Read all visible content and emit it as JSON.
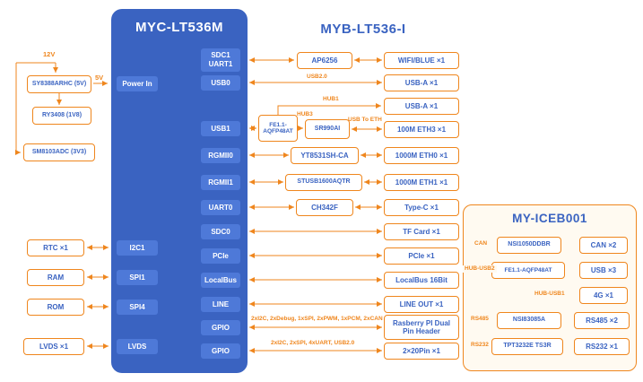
{
  "colors": {
    "blue": "#3a63c1",
    "portBlue": "#4e79d8",
    "orange": "#ef861d",
    "panelBg": "#fffaf1",
    "textBlue": "#3a63c1"
  },
  "power": {
    "input": "12V",
    "rail5v": "5V",
    "reg_5v": "SY8388ARHC (5V)",
    "reg_1v8": "RY3408 (1V8)",
    "reg_3v3": "SM8103ADC (3V3)"
  },
  "peripherals": {
    "rtc": "RTC ×1",
    "ram": "RAM",
    "rom": "ROM",
    "lvds": "LVDS ×1"
  },
  "module": {
    "title": "MYC-LT536M",
    "ports": {
      "power_in": "Power In",
      "i2c1": "I2C1",
      "spi1": "SPI1",
      "spi4": "SPI4",
      "lvds": "LVDS",
      "sdc1_uart1": "SDC1 UART1",
      "usb0": "USB0",
      "usb1": "USB1",
      "rgmii0": "RGMII0",
      "rgmii1": "RGMII1",
      "uart0": "UART0",
      "sdc0": "SDC0",
      "pcie": "PCIe",
      "localbus": "LocalBus",
      "line": "LINE",
      "gpio1": "GPIO",
      "gpio2": "GPIO"
    }
  },
  "board": {
    "title": "MYB-LT536-I",
    "chips": {
      "wifi_bt": "AP6256",
      "usb_hub_l1": "FE1.1-",
      "usb_hub_l2": "AQFP48AT",
      "usb_eth": "SR990AI",
      "phy0": "YT8531SH-CA",
      "phy1": "STUSB1600AQTR",
      "uart_usb": "CH342F"
    },
    "connectors": {
      "wifi": "WIFI/BLUE ×1",
      "usb_a1": "USB-A ×1",
      "usb_a2": "USB-A ×1",
      "eth3": "100M ETH3 ×1",
      "eth0": "1000M ETH0 ×1",
      "eth1": "1000M ETH1 ×1",
      "type_c": "Type-C ×1",
      "tf_card": "TF Card ×1",
      "pcie": "PCIe ×1",
      "localbus": "LocalBus 16Bit",
      "line_out": "LINE OUT ×1",
      "rpi_header": "Rasberry PI Dual Pin Header",
      "pin_header": "2×20Pin ×1"
    },
    "bus_labels": {
      "usb20": "USB2.0",
      "hub1": "HUB1",
      "hub3": "HUB3",
      "usb_to_eth": "USB To ETH",
      "gpio1": "2xI2C, 2xDebug, 1xSPI, 2xPWM, 1xPCM, 2xCAN",
      "gpio2": "2xI2C, 2xSPI, 4xUART, USB2.0"
    }
  },
  "carrier": {
    "title": "MY-ICEB001",
    "chips": {
      "can_xcvr": "NSI1050DDBR",
      "usb_hub": "FE1.1-AQFP48AT",
      "rs485_xcvr": "NSI83085A",
      "rs232_xcvr": "TPT3232E TS3R"
    },
    "connectors": {
      "can": "CAN ×2",
      "usb": "USB ×3",
      "modem_4g": "4G ×1",
      "rs485": "RS485 ×2",
      "rs232": "RS232 ×1"
    },
    "bus_labels": {
      "can": "CAN",
      "hub_usb2": "HUB-USB2",
      "hub_usb1": "HUB-USB1",
      "rs485": "RS485",
      "rs232": "RS232"
    }
  }
}
